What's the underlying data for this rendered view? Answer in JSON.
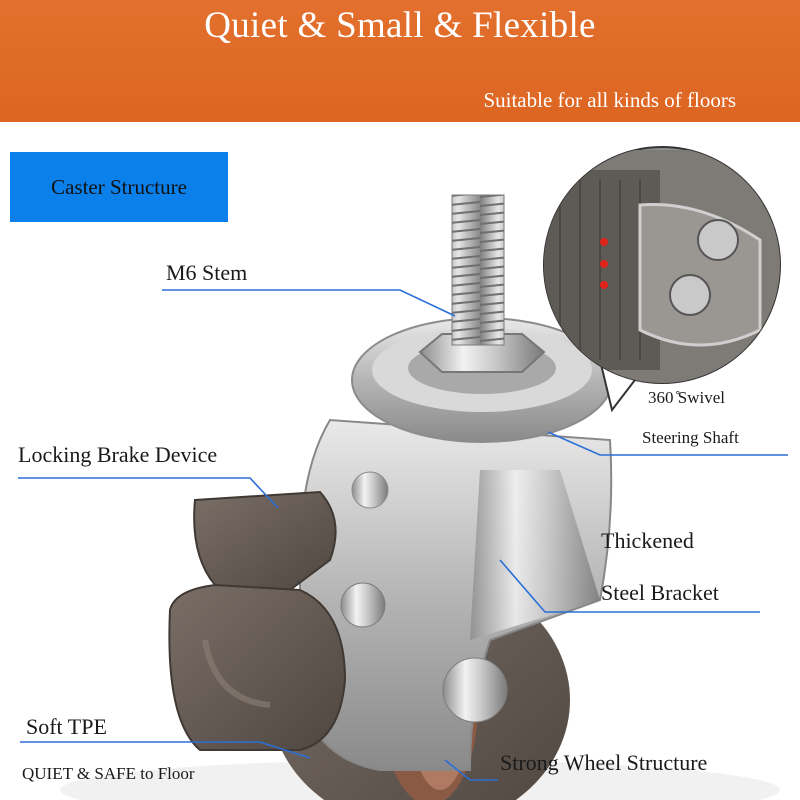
{
  "banner": {
    "title": "Quiet & Small & Flexible",
    "subtitle": "Suitable for all kinds of floors",
    "color": "#e06a27"
  },
  "section_tag": {
    "label": "Caster Structure",
    "color": "#0b80ea"
  },
  "callouts": {
    "stem": "M6 Stem",
    "brake": "Locking Brake Device",
    "swivel": "360 ̊Swivel",
    "shaft": "Steering Shaft",
    "bracket_line1": "Thickened",
    "bracket_line2": "Steel Bracket",
    "tpe": "Soft  TPE",
    "floor": "QUIET & SAFE to Floor",
    "wheel": "Strong Wheel Structure"
  },
  "colors": {
    "leader_line": "#2a6fd6",
    "accent_dots": "#e0241b"
  }
}
